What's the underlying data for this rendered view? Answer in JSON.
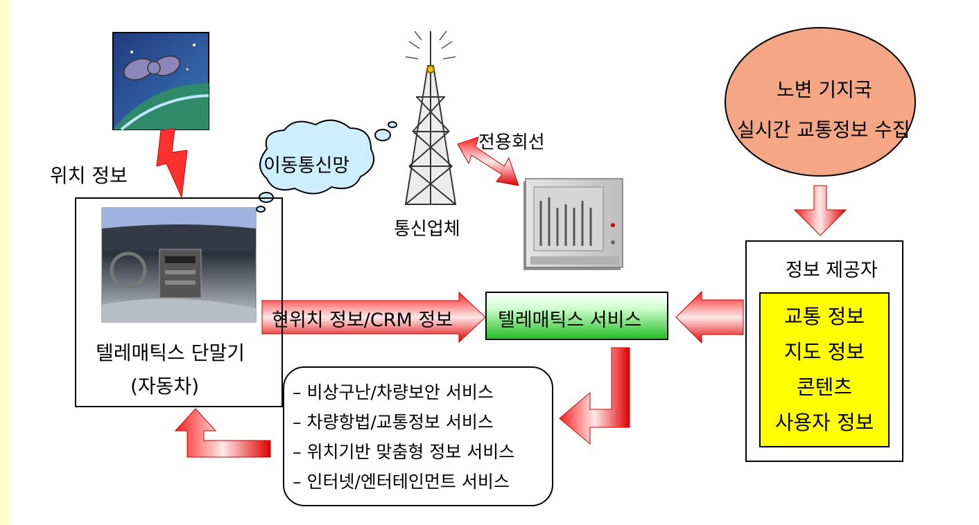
{
  "labels": {
    "location_info": "위치 정보",
    "mobile_network": "이동통신망",
    "carrier": "통신업체",
    "dedicated_line": "전용회선",
    "roadside_station_line1": "노변 기지국",
    "roadside_station_line2": "실시간 교통정보 수집",
    "terminal_line1": "텔레매틱스 단말기",
    "terminal_line2": "(자동차)",
    "current_location_crm": "현위치 정보/CRM 정보",
    "telematics_service": "텔레매틱스 서비스",
    "info_provider_title": "정보 제공자",
    "provider_items": [
      "교통 정보",
      "지도 정보",
      "콘텐츠",
      "사용자 정보"
    ],
    "service_items": [
      "– 비상구난/차량보안 서비스",
      "– 차량항법/교통정보 서비스",
      "– 위치기반 맞춤형 정보 서비스",
      "– 인터넷/엔터테인먼트 서비스"
    ]
  },
  "colors": {
    "background_border": "#ffffcc",
    "arrow_red": "#ff0000",
    "arrow_light": "#ffe6e6",
    "cloud_fill": "#cceeff",
    "oval_fill": "#f4a685",
    "provider_fill": "#ffff00",
    "service_green": "#33cc33"
  }
}
